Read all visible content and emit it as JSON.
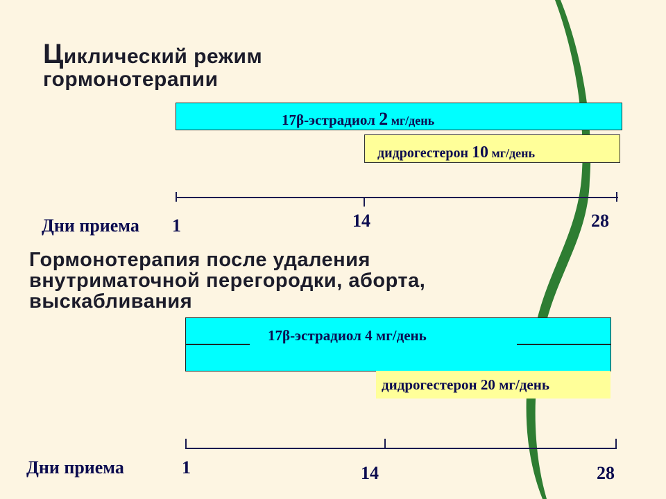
{
  "section1": {
    "title_line1_cap": "Ц",
    "title_line1": "иклический режим",
    "title_line2": "гормонотерапии",
    "bar_estradiol": {
      "prefix": "17β-эстрадиол ",
      "dose": "2",
      "unit": " мг/день"
    },
    "bar_dydrogesterone": {
      "prefix": "дидрогестерон ",
      "dose": "10",
      "unit": " мг/день"
    },
    "axis_label": "Дни приема",
    "ticks": [
      "1",
      "14",
      "28"
    ]
  },
  "section2": {
    "title_line1": "Гормонотерапия после удаления",
    "title_line2": "внутриматочной перегородки, аборта,",
    "title_line3": "выскабливания",
    "bar_estradiol": "17β-эстрадиол  4 мг/день",
    "bar_dydrogesterone": "дидрогестерон 20 мг/день",
    "axis_label": "Дни приема",
    "ticks": [
      "1",
      "14",
      "28"
    ]
  },
  "colors": {
    "background": "#fdf5e2",
    "estradiol": "#00ffff",
    "dydrogesterone": "#ffff99",
    "leaf": "#2e7d32",
    "text": "#0c0c50"
  }
}
